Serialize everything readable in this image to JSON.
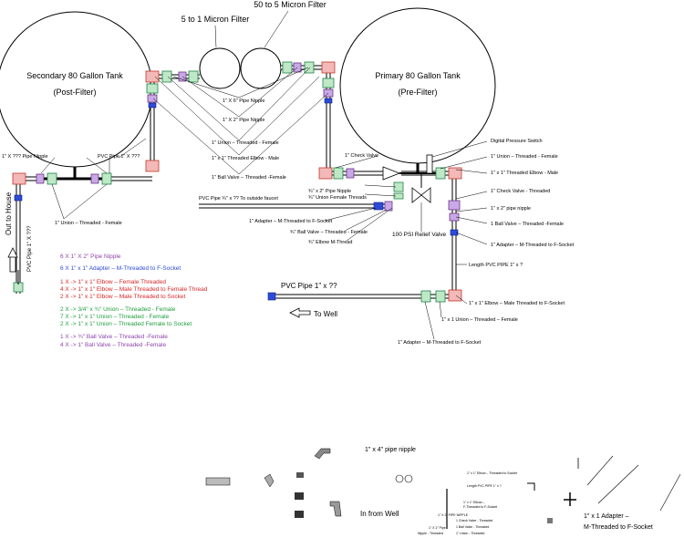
{
  "titles": {
    "filter_5_to_1": "5 to 1 Micron Filter",
    "filter_50_to_5": "50 to 5 Micron Filter"
  },
  "tanks": {
    "secondary_name": "Secondary 80 Gallon Tank",
    "secondary_note": "(Post-Filter)",
    "primary_name": "Primary 80 Gallon Tank",
    "primary_note": "(Pre-Filter)"
  },
  "labels": {
    "pipe_nipple_6": "1\" X 6\"  Pipe Nipple",
    "pipe_nipple_2": "1\" X 2\"  Pipe Nipple",
    "union_threaded_female": "1\"  Union – Threaded - Female",
    "elbow_male": "1\" x 1\" Threaded Elbow - Male",
    "ball_valve": "1\" Ball Valve – Threaded -Female",
    "pvc_pipe_top": "PVC Pipe 1\" X ???",
    "pipe_nipple_left": "1\" X ???  Pipe Nipple",
    "union_bottom_left": "1\" Union – Threaded - Female",
    "out_to_house": "Out to House",
    "pvc_pipe_vertical": "PVC Pipe 1\" X ???",
    "pvc_faucet": "PVC Pipe ¾\" x ?? To outside faucet",
    "adapter_mid": "1\" Adapter –  M-Threaded to F-Socket",
    "ball_valve_34": "¾\" Ball Valve – Threaded - Female",
    "elbow_34": "¾\" Elbow M-Thread",
    "relief_valve": "100 PSI Relief Valve",
    "pipe_nipple_34": "¾\" x 2\" Pipe Nipple",
    "union_female_34": "¾\"  Union Female Threads",
    "check_valve_left": "1\" Check Valve",
    "digital_switch": "Digital Pressure Switch",
    "union_right": "1\" Union – Threaded  - Female",
    "elbow_right": "1\" x 1\" Threaded Elbow - Male",
    "check_valve_right": "1\" Check Valve - Threaded",
    "pipe_nipple_right": "1\" x 2\" pipe nipple",
    "ball_valve_right": "1 Ball Valve – Threaded -Female",
    "adapter_right": "1\" Adapter –  M-Threaded to F-Socket",
    "length_pvc": "Length PVC PIPE 1\" x ?",
    "elbow_bottom": "1\" x 1\"  Elbow – Male Threaded to F-Socket",
    "union_bottom": "1\" x 1 Union – Threaded – Female",
    "adapter_bottom": "1\" Adapter – M-Threaded to F-Socket",
    "pvc_pipe_well": "PVC Pipe 1\" x ??",
    "to_well": "To Well"
  },
  "parts_list": [
    {
      "text": "6 X 1\" X 2\" Pipe Nipple",
      "color": "#8e44ad"
    },
    {
      "text": "6 X 1\" x 1\" Adapter –  M-Threaded to F-Socket",
      "color": "#2e4bd8"
    },
    {
      "text": "1 X -> 1\" x 1\"  Elbow – Female Threaded",
      "color": "#d62728"
    },
    {
      "text": "4 X -> 1\" x 1\"  Elbow – Male Threaded to Female Thread",
      "color": "#d62728"
    },
    {
      "text": "2 X -> 1\" x 1\"  Elbow – Male Threaded to Socket",
      "color": "#d62728"
    },
    {
      "text": "2 X -> 3/4\" x ¾\" Union – Threaded  - Female",
      "color": "#1e9e3e"
    },
    {
      "text": "7 X -> 1\" x 1\" Union – Threaded  - Female",
      "color": "#1e9e3e"
    },
    {
      "text": "2 X -> 1\" x 1\"  Union – Threaded Female to Socket",
      "color": "#1e9e3e"
    },
    {
      "text": "1 X -> ¾\" Ball Valve – Threaded -Female",
      "color": "#8e44ad"
    },
    {
      "text": "4 X -> 1\" Ball Valve – Threaded -Female",
      "color": "#8e44ad"
    }
  ],
  "bottom": {
    "pipe_nipple_4": "1\" x 4\" pipe nipple",
    "in_from_well": "In from Well",
    "adapter_caption_1": "1\" x 1 Adapter –",
    "adapter_caption_2": "M-Threaded to F-Socket",
    "small_labels": [
      "1\" x 1\" Elbow – Threaded to Socket",
      "Length PVC PIPE 1\" x ?",
      "1\" x 1\" Elbow –",
      "F-Threaded to F-Socket",
      "1\" X 2\" PIPE NIPPLE",
      "1 Check Valve - Threaded",
      "1 Ball Valve - Threaded",
      "1\" Union - Threaded",
      "1\" X 2\" Pipe",
      "Nipple - Threaded"
    ]
  },
  "colors": {
    "elbow": "#f3b8b8",
    "union": "#bfe8c6",
    "adapter": "#2e4bd8",
    "valve": "#c9a8e8"
  }
}
